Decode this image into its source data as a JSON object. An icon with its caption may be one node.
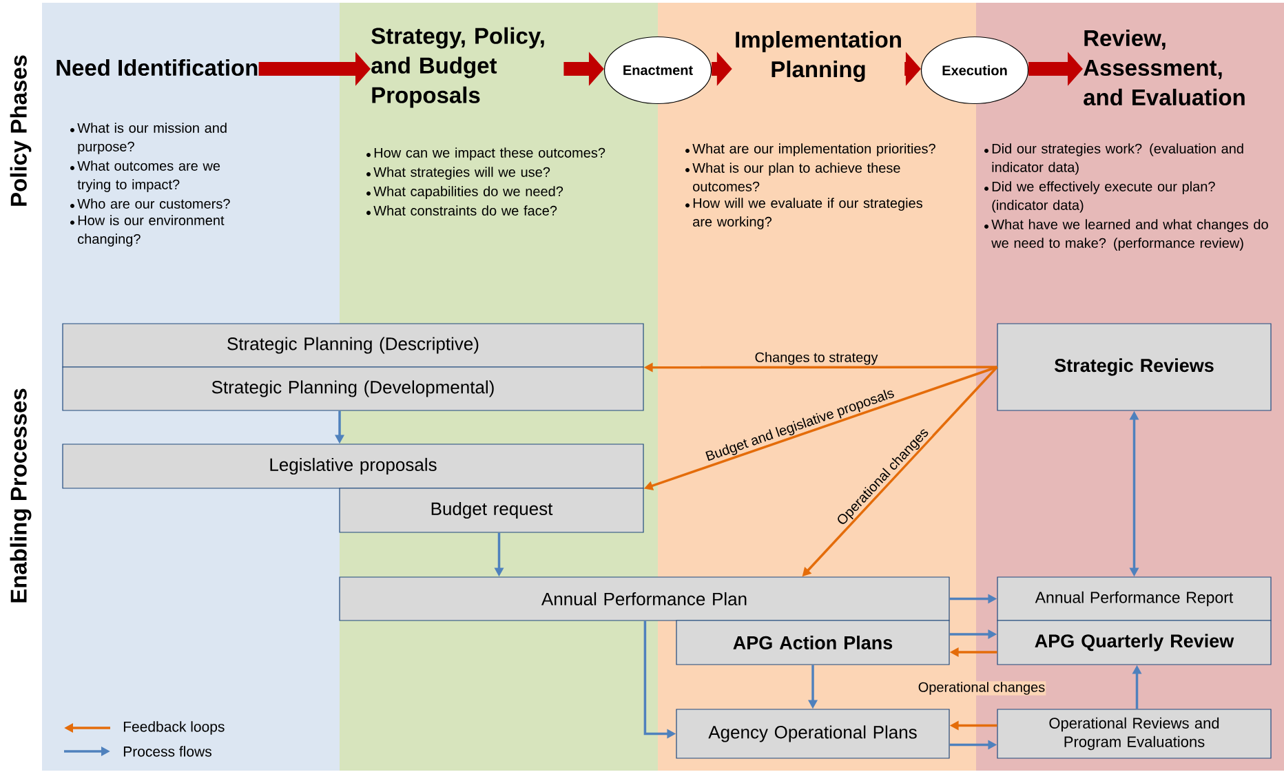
{
  "diagram": {
    "nodes": [
      {
        "text": [
          "Need Identification"
        ],
        "beside": [
          "What is our mission and purpose?",
          "What outcomes are we trying to impact?",
          "Who are our customers?",
          "How is our environment changing?"
        ]
      },
      {
        "text": [
          "Strategy, Policy, and Budget Proposals"
        ],
        "beside": [
          "How can we impact these outcomes?",
          "What strategies will we use?",
          "What capabilities do we need?",
          "What constraints do we face?"
        ]
      },
      {
        "text": [
          "Enactment"
        ]
      },
      {
        "text": [
          "Implementation Planning"
        ],
        "beside": [
          "What are our implementation priorities?",
          "What is our plan to achieve these outcomes?",
          "How will we evaluate if our strategies are working?"
        ]
      },
      {
        "text": [
          "Execution"
        ]
      },
      {
        "text": [
          "Review, Assessment, and Evaluation"
        ],
        "beside": [
          "Did our strategies work? (evaluation and indicator data)",
          "Did we effectively execute our plan? (indicator data)",
          "What have we learned and what changes do we need to make? (performance review)"
        ]
      },
      {
        "text": [
          "Strategic Planning (Descriptive)"
        ]
      },
      {
        "text": [
          "Strategic Planning (Developmental)"
        ]
      },
      {
        "text": [
          "Legislative proposals"
        ]
      },
      {
        "text": [
          "Budget request"
        ]
      },
      {
        "text": [
          "Annual Performance Plan"
        ]
      },
      {
        "text": [
          "APG Action Plans"
        ]
      },
      {
        "text": [
          "Agency Operational Plans"
        ]
      },
      {
        "text": [
          "Strategic Reviews"
        ]
      },
      {
        "text": [
          "Annual Performance Report"
        ]
      },
      {
        "text": [
          "APG Quarterly Review"
        ]
      },
      {
        "text": [
          "Operational Reviews and Program Evaluations"
        ]
      }
    ],
    "edges": [
      {
        "from": 0,
        "to": 1,
        "arrow": "to",
        "style": "thick",
        "color": "#c00000"
      },
      {
        "from": 1,
        "to": 2,
        "arrow": "to",
        "style": "thick",
        "color": "#c00000"
      },
      {
        "from": 2,
        "to": 3,
        "arrow": "to",
        "style": "thick",
        "color": "#c00000"
      },
      {
        "from": 3,
        "to": 4,
        "arrow": "to",
        "style": "thick",
        "color": "#c00000"
      },
      {
        "from": 4,
        "to": 5,
        "arrow": "to",
        "style": "thick",
        "color": "#c00000"
      },
      {
        "from": 13,
        "to": 6,
        "arrow": "to",
        "label": "Changes to strategy",
        "color": "#e46c0a"
      },
      {
        "from": 13,
        "to": 8,
        "arrow": "to",
        "label": "Budget and legislative proposals",
        "color": "#e46c0a"
      },
      {
        "from": 13,
        "to": 10,
        "arrow": "to",
        "label": "Operational changes",
        "color": "#e46c0a"
      },
      {
        "from": 7,
        "to": 8,
        "arrow": "to"
      },
      {
        "from": 9,
        "to": 10,
        "arrow": "to"
      },
      {
        "from": 13,
        "to": 14,
        "arrow": "both"
      },
      {
        "from": 10,
        "to": 14,
        "arrow": "to"
      },
      {
        "from": 11,
        "to": 15,
        "arrow": "to"
      },
      {
        "from": 15,
        "to": 11,
        "arrow": "to",
        "color": "#e46c0a"
      },
      {
        "from": 10,
        "to": 12,
        "arrow": "to"
      },
      {
        "from": 11,
        "to": 12,
        "arrow": "to"
      },
      {
        "from": 16,
        "to": 12,
        "arrow": "to",
        "label": "Operational changes",
        "color": "#e46c0a"
      },
      {
        "from": 12,
        "to": 16,
        "arrow": "to"
      },
      {
        "from": 16,
        "to": 15,
        "arrow": "to"
      }
    ],
    "labels": [
      "Policy Phases",
      "Enabling Processes"
    ],
    "legend": [
      {
        "text": "Feedback loops"
      },
      {
        "text": "Process flows"
      }
    ]
  }
}
